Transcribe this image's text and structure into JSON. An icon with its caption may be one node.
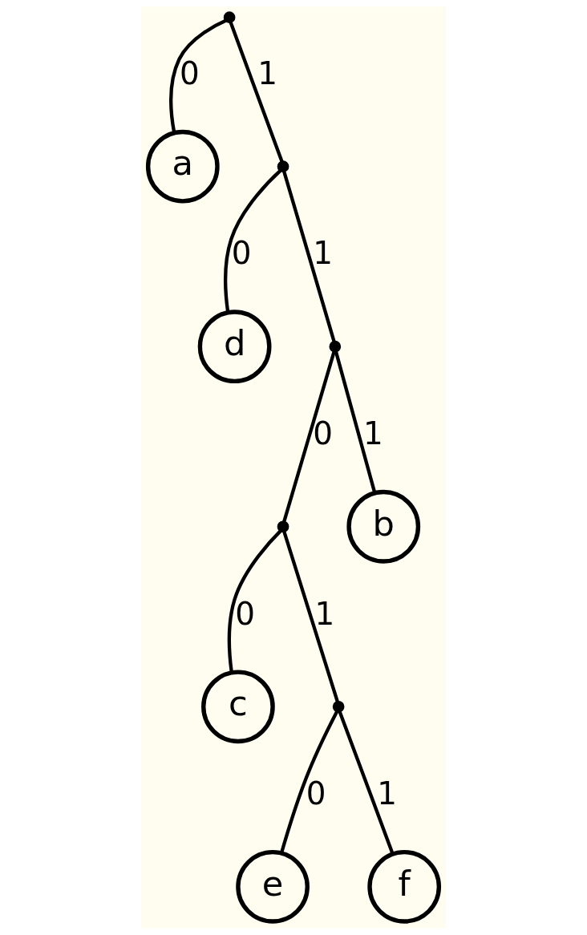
{
  "diagram": {
    "nodes": [
      {
        "text": [],
        "shape": "point"
      },
      {
        "text": [
          "a"
        ]
      },
      {
        "text": [],
        "shape": "point"
      },
      {
        "text": [
          "d"
        ]
      },
      {
        "text": [],
        "shape": "point"
      },
      {
        "text": [],
        "shape": "point"
      },
      {
        "text": [
          "b"
        ]
      },
      {
        "text": [],
        "shape": "point"
      },
      {
        "text": [
          "c"
        ]
      },
      {
        "text": [
          "e"
        ]
      },
      {
        "text": [
          "f"
        ]
      }
    ],
    "edges": [
      {
        "from": 0,
        "to": 1,
        "arrow": "none",
        "label": "0"
      },
      {
        "from": 0,
        "to": 2,
        "arrow": "none",
        "label": "1"
      },
      {
        "from": 2,
        "to": 3,
        "arrow": "none",
        "label": "0"
      },
      {
        "from": 2,
        "to": 4,
        "arrow": "none",
        "label": "1"
      },
      {
        "from": 4,
        "to": 5,
        "arrow": "none",
        "label": "0"
      },
      {
        "from": 4,
        "to": 6,
        "arrow": "none",
        "label": "1"
      },
      {
        "from": 5,
        "to": 8,
        "arrow": "none",
        "label": "0"
      },
      {
        "from": 5,
        "to": 7,
        "arrow": "none",
        "label": "1"
      },
      {
        "from": 7,
        "to": 9,
        "arrow": "none",
        "label": "0"
      },
      {
        "from": 7,
        "to": 10,
        "arrow": "none",
        "label": "1"
      }
    ]
  }
}
